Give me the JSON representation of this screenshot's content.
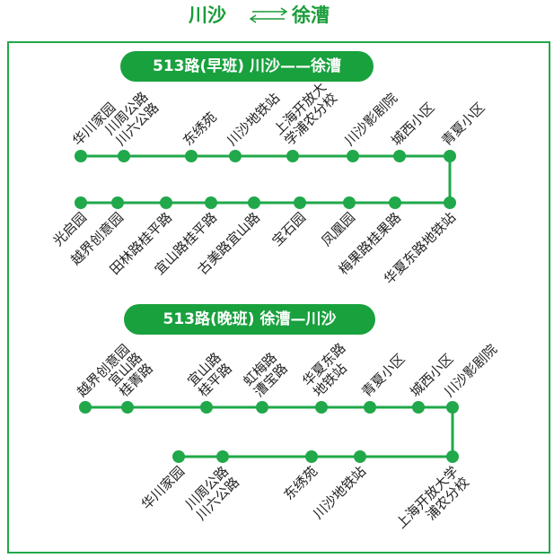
{
  "title": {
    "from": "川沙",
    "to": "徐漕"
  },
  "colors": {
    "accent": "#1a9c3a",
    "line": "#20a84a",
    "banner": "#19a13e",
    "text": "#222222"
  },
  "routes": [
    {
      "id": "morning",
      "banner": "513路(早班)  川沙——徐漕",
      "upper_row": [
        {
          "lines": [
            "华川家园"
          ]
        },
        {
          "lines": [
            "川周公路",
            "川六公路"
          ]
        },
        {
          "lines": [
            "东绣苑"
          ]
        },
        {
          "lines": [
            "川沙地铁站"
          ]
        },
        {
          "lines": [
            "上海开放大",
            "学浦农分校"
          ]
        },
        {
          "lines": [
            "川沙影剧院"
          ]
        },
        {
          "lines": [
            "城西小区"
          ]
        },
        {
          "lines": [
            "青夏小区"
          ]
        }
      ],
      "lower_row": [
        {
          "lines": [
            "光启园"
          ]
        },
        {
          "lines": [
            "越界创意园"
          ]
        },
        {
          "lines": [
            "田林路桂平路"
          ]
        },
        {
          "lines": [
            "宜山路桂平路"
          ]
        },
        {
          "lines": [
            "古美路宜山路"
          ]
        },
        {
          "lines": [
            "宝石园"
          ]
        },
        {
          "lines": [
            "凤凰园"
          ]
        },
        {
          "lines": [
            "梅果路桂果路"
          ]
        },
        {
          "lines": [
            "华夏东路地铁站"
          ]
        }
      ]
    },
    {
      "id": "evening",
      "banner": "513路(晚班)  徐漕—川沙",
      "upper_row": [
        {
          "lines": [
            "越界创意园"
          ]
        },
        {
          "lines": [
            "宜山路",
            "桂菁路"
          ]
        },
        {
          "lines": [
            "宜山路",
            "桂平路"
          ]
        },
        {
          "lines": [
            "虹梅路",
            "漕宝路"
          ]
        },
        {
          "lines": [
            "华夏东路",
            "地铁站"
          ]
        },
        {
          "lines": [
            "青夏小区"
          ]
        },
        {
          "lines": [
            "城西小区"
          ]
        },
        {
          "lines": [
            "川沙影剧院"
          ]
        }
      ],
      "lower_row": [
        {
          "lines": [
            "华川家园"
          ]
        },
        {
          "lines": [
            "川周公路",
            "川六公路"
          ]
        },
        {
          "lines": [
            "东绣苑"
          ]
        },
        {
          "lines": [
            "川沙地铁站"
          ]
        },
        {
          "lines": [
            "上海开放大学",
            "浦农分校"
          ]
        }
      ]
    }
  ]
}
